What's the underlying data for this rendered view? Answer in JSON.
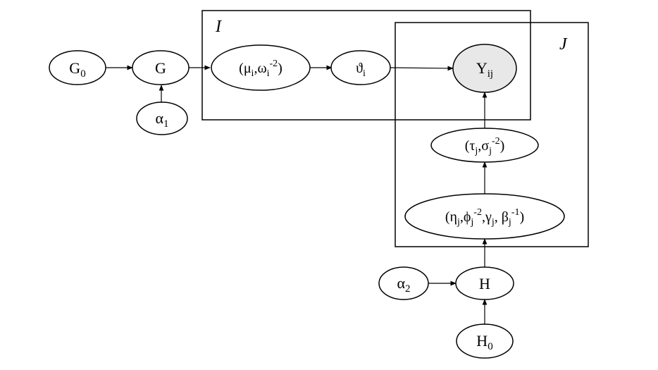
{
  "plates": {
    "I": {
      "label": "I"
    },
    "J": {
      "label": "J"
    }
  },
  "nodes": {
    "G0": {
      "base": "G",
      "sub": "0"
    },
    "G": {
      "base": "G"
    },
    "alpha1": {
      "base": "α",
      "sub": "1"
    },
    "mu_omega": {
      "text": "(μ",
      "sub1": "i",
      "mid": ",ω",
      "sub2": "i",
      "sup2": "-2",
      "end": ")"
    },
    "theta": {
      "base": "ϑ",
      "sub": "i"
    },
    "Y": {
      "base": "Y",
      "sub": "ij"
    },
    "tau_sigma": {
      "text": "(τ",
      "sub1": "j",
      "mid": ",σ",
      "sub2": "j",
      "sup2": "-2",
      "end": ")"
    },
    "eta_group": {
      "p1": "(η",
      "s1": "j",
      "p2": ",ϕ",
      "s2": "j",
      "u2": "-2",
      "p3": ",γ",
      "s3": "j",
      "p4": ", β",
      "s4": "j",
      "u4": "-1",
      "end": ")"
    },
    "alpha2": {
      "base": "α",
      "sub": "2"
    },
    "H": {
      "base": "H"
    },
    "H0": {
      "base": "H",
      "sub": "0"
    }
  },
  "colors": {
    "observed_fill": "#e8e8e8",
    "line": "#000000"
  }
}
